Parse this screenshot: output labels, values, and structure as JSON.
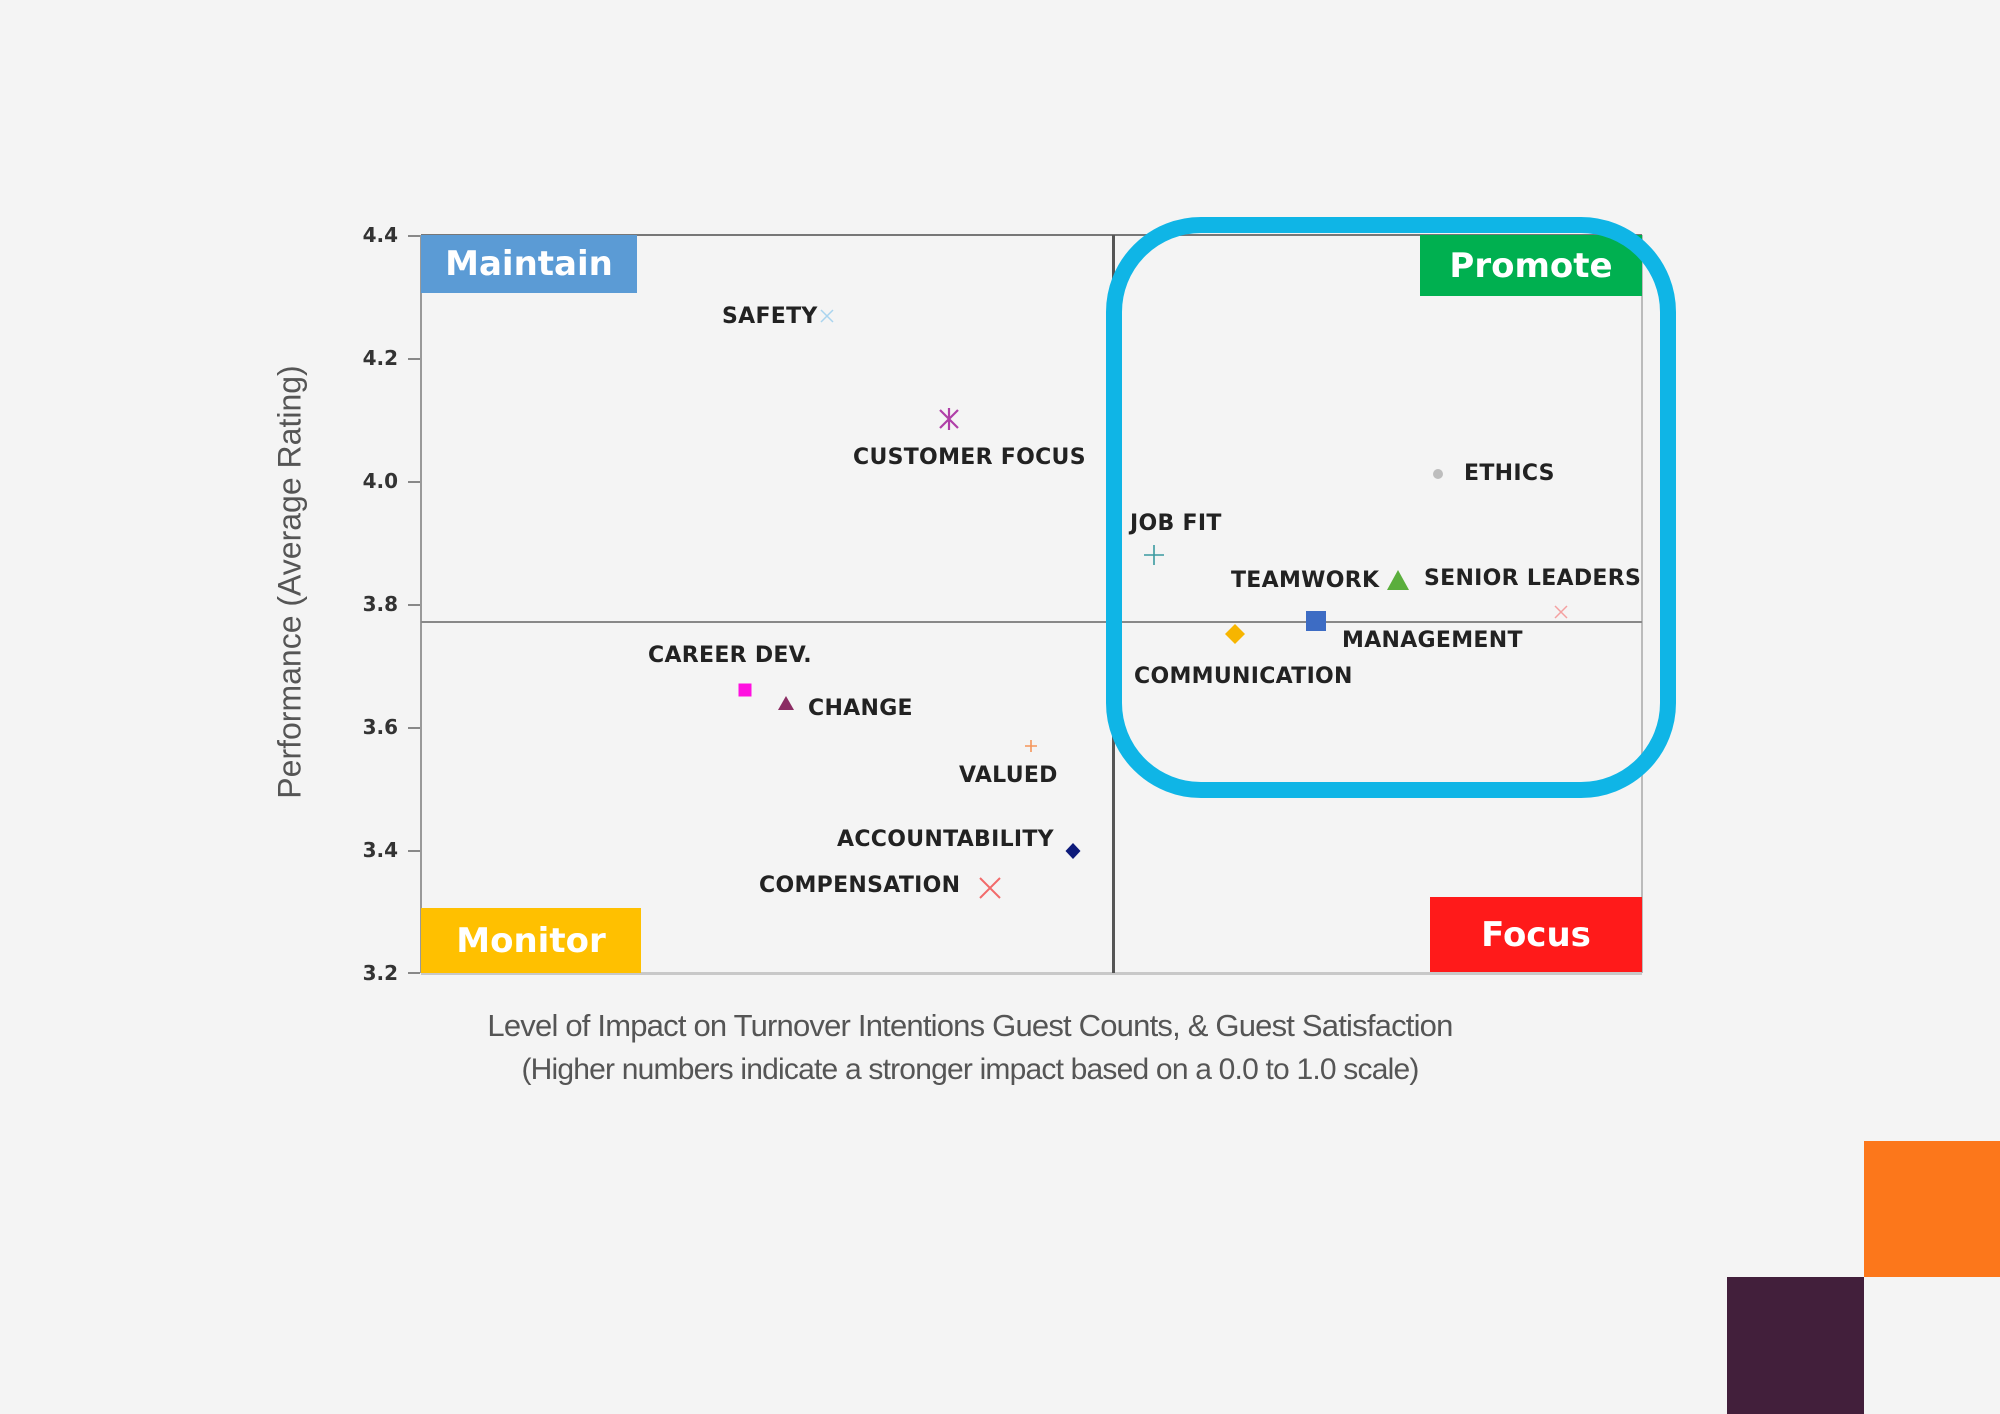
{
  "chart_data": {
    "type": "scatter",
    "title": "",
    "xlabel": "Level of Impact on Turnover Intentions Guest Counts, & Guest Satisfaction",
    "xlabel_note": "(Higher numbers indicate a stronger impact based on a 0.0 to 1.0 scale)",
    "ylabel": "Performance (Average Rating)",
    "ylim": [
      3.2,
      4.4
    ],
    "yticks": [
      "4.4",
      "4.2",
      "4.0",
      "3.8",
      "3.6",
      "3.4",
      "3.2"
    ],
    "xticks": [],
    "x_note": "x values are estimated relative positions across the plot width (no tick labels shown)",
    "quadrant_divider": {
      "x": 0.57,
      "y": 3.77
    },
    "grid": false,
    "points": [
      {
        "label": "SAFETY",
        "x": 0.33,
        "y": 4.27,
        "marker": "x",
        "color": "#a9d4ef"
      },
      {
        "label": "CUSTOMER FOCUS",
        "x": 0.43,
        "y": 4.1,
        "marker": "asterisk",
        "color": "#b03fa8"
      },
      {
        "label": "ETHICS",
        "x": 0.83,
        "y": 4.01,
        "marker": "circle",
        "color": "#bdbdbd"
      },
      {
        "label": "JOB FIT",
        "x": 0.6,
        "y": 3.88,
        "marker": "plus",
        "color": "#3a9aa0"
      },
      {
        "label": "SENIOR LEADERS",
        "x": 0.8,
        "y": 3.84,
        "marker": "triangle",
        "color": "#5aae3c"
      },
      {
        "label": "TEAMWORK",
        "x": 0.8,
        "y": 3.84,
        "marker": "triangle",
        "color": "#5aae3c"
      },
      {
        "label": "MANAGEMENT",
        "x": 0.73,
        "y": 3.77,
        "marker": "square",
        "color": "#3d6cc4"
      },
      {
        "label": "COMMUNICATION",
        "x": 0.67,
        "y": 3.75,
        "marker": "diamond",
        "color": "#f7b500"
      },
      {
        "label": "",
        "x": 0.93,
        "y": 3.79,
        "marker": "x",
        "color": "#f4a0a0"
      },
      {
        "label": "CAREER DEV.",
        "x": 0.27,
        "y": 3.66,
        "marker": "square",
        "color": "#ff10e0"
      },
      {
        "label": "CHANGE",
        "x": 0.3,
        "y": 3.64,
        "marker": "triangle",
        "color": "#8b2c63"
      },
      {
        "label": "VALUED",
        "x": 0.5,
        "y": 3.57,
        "marker": "plus",
        "color": "#f5955a"
      },
      {
        "label": "ACCOUNTABILITY",
        "x": 0.53,
        "y": 3.4,
        "marker": "diamond",
        "color": "#0d1a7a"
      },
      {
        "label": "COMPENSATION",
        "x": 0.47,
        "y": 3.34,
        "marker": "x",
        "color": "#f26a6a"
      }
    ],
    "quadrants": [
      {
        "name": "Maintain",
        "position": "top-left",
        "color": "#5b9bd5"
      },
      {
        "name": "Promote",
        "position": "top-right",
        "color": "#00b050"
      },
      {
        "name": "Monitor",
        "position": "bottom-left",
        "color": "#ffc000"
      },
      {
        "name": "Focus",
        "position": "bottom-right",
        "color": "#ff1a1a"
      }
    ],
    "annotations": [
      {
        "type": "rounded-rectangle-highlight",
        "around": "top-right quadrant (Promote)",
        "color": "#0fb5e6"
      }
    ],
    "legend": "none"
  },
  "axis": {
    "yticks": [
      "4.4",
      "4.2",
      "4.0",
      "3.8",
      "3.6",
      "3.4",
      "3.2"
    ],
    "ylabel": "Performance (Average Rating)",
    "xlabel_line1": "Level of Impact on Turnover Intentions Guest Counts, & Guest Satisfaction",
    "xlabel_line2": "(Higher numbers indicate a stronger impact based on a 0.0 to 1.0 scale)"
  },
  "quadrants": {
    "maintain": "Maintain",
    "promote": "Promote",
    "monitor": "Monitor",
    "focus": "Focus"
  },
  "labels": {
    "safety": "SAFETY",
    "customer_focus": "CUSTOMER FOCUS",
    "ethics": "ETHICS",
    "job_fit": "JOB FIT",
    "teamwork": "TEAMWORK",
    "senior_leaders": "SENIOR LEADERS",
    "management": "MANAGEMENT",
    "communication": "COMMUNICATION",
    "career_dev": "CAREER DEV.",
    "change": "CHANGE",
    "valued": "VALUED",
    "accountability": "ACCOUNTABILITY",
    "compensation": "COMPENSATION"
  },
  "colors": {
    "background": "#f4f4f4",
    "highlight": "#0fb5e6",
    "maintain": "#5b9bd5",
    "promote": "#00b050",
    "monitor": "#ffc000",
    "focus": "#ff1a1a",
    "deco_orange": "#fc771b",
    "deco_purple": "#421f3b"
  }
}
